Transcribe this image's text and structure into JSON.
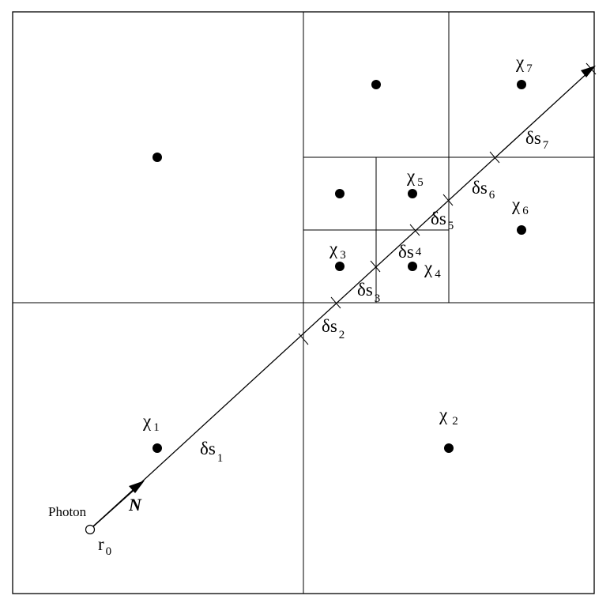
{
  "labels": {
    "photon": "Photon",
    "r0_main": "r",
    "r0_sub": "0",
    "N": "N",
    "chi": [
      {
        "main": "χ",
        "sub": "1"
      },
      {
        "main": "χ",
        "sub": "2"
      },
      {
        "main": "χ",
        "sub": "3"
      },
      {
        "main": "χ",
        "sub": "4"
      },
      {
        "main": "χ",
        "sub": "5"
      },
      {
        "main": "χ",
        "sub": "6"
      },
      {
        "main": "χ",
        "sub": "7"
      }
    ],
    "ds": [
      {
        "main": "δs",
        "sub": "1"
      },
      {
        "main": "δs",
        "sub": "2"
      },
      {
        "main": "δs",
        "sub": "3"
      },
      {
        "main": "δs",
        "sub": "4"
      },
      {
        "main": "δs",
        "sub": "5"
      },
      {
        "main": "δs",
        "sub": "6"
      },
      {
        "main": "δs",
        "sub": "7"
      }
    ]
  }
}
